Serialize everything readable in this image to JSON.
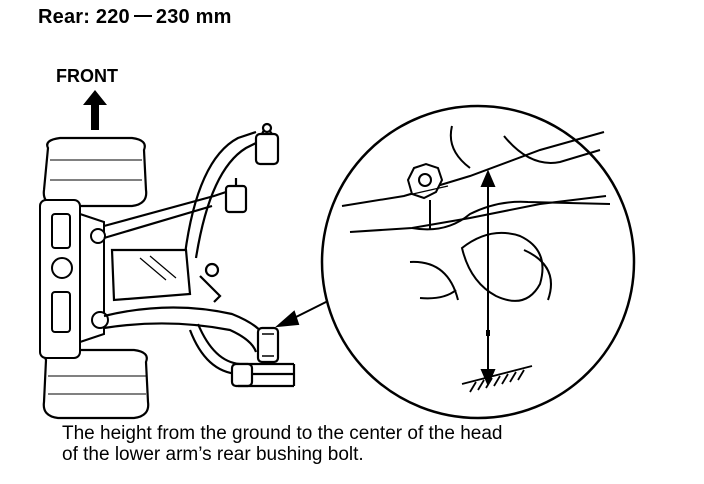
{
  "heading": {
    "label": "Rear:",
    "range_from": "220",
    "range_to": "230 mm"
  },
  "front": {
    "label": "FRONT",
    "arrow_icon": "arrow-up-icon"
  },
  "caption": {
    "line1": "The height from the ground to the center of the head",
    "line2": "of the lower arm’s rear bushing bolt."
  },
  "colors": {
    "ink": "#000000",
    "paper": "#ffffff"
  }
}
